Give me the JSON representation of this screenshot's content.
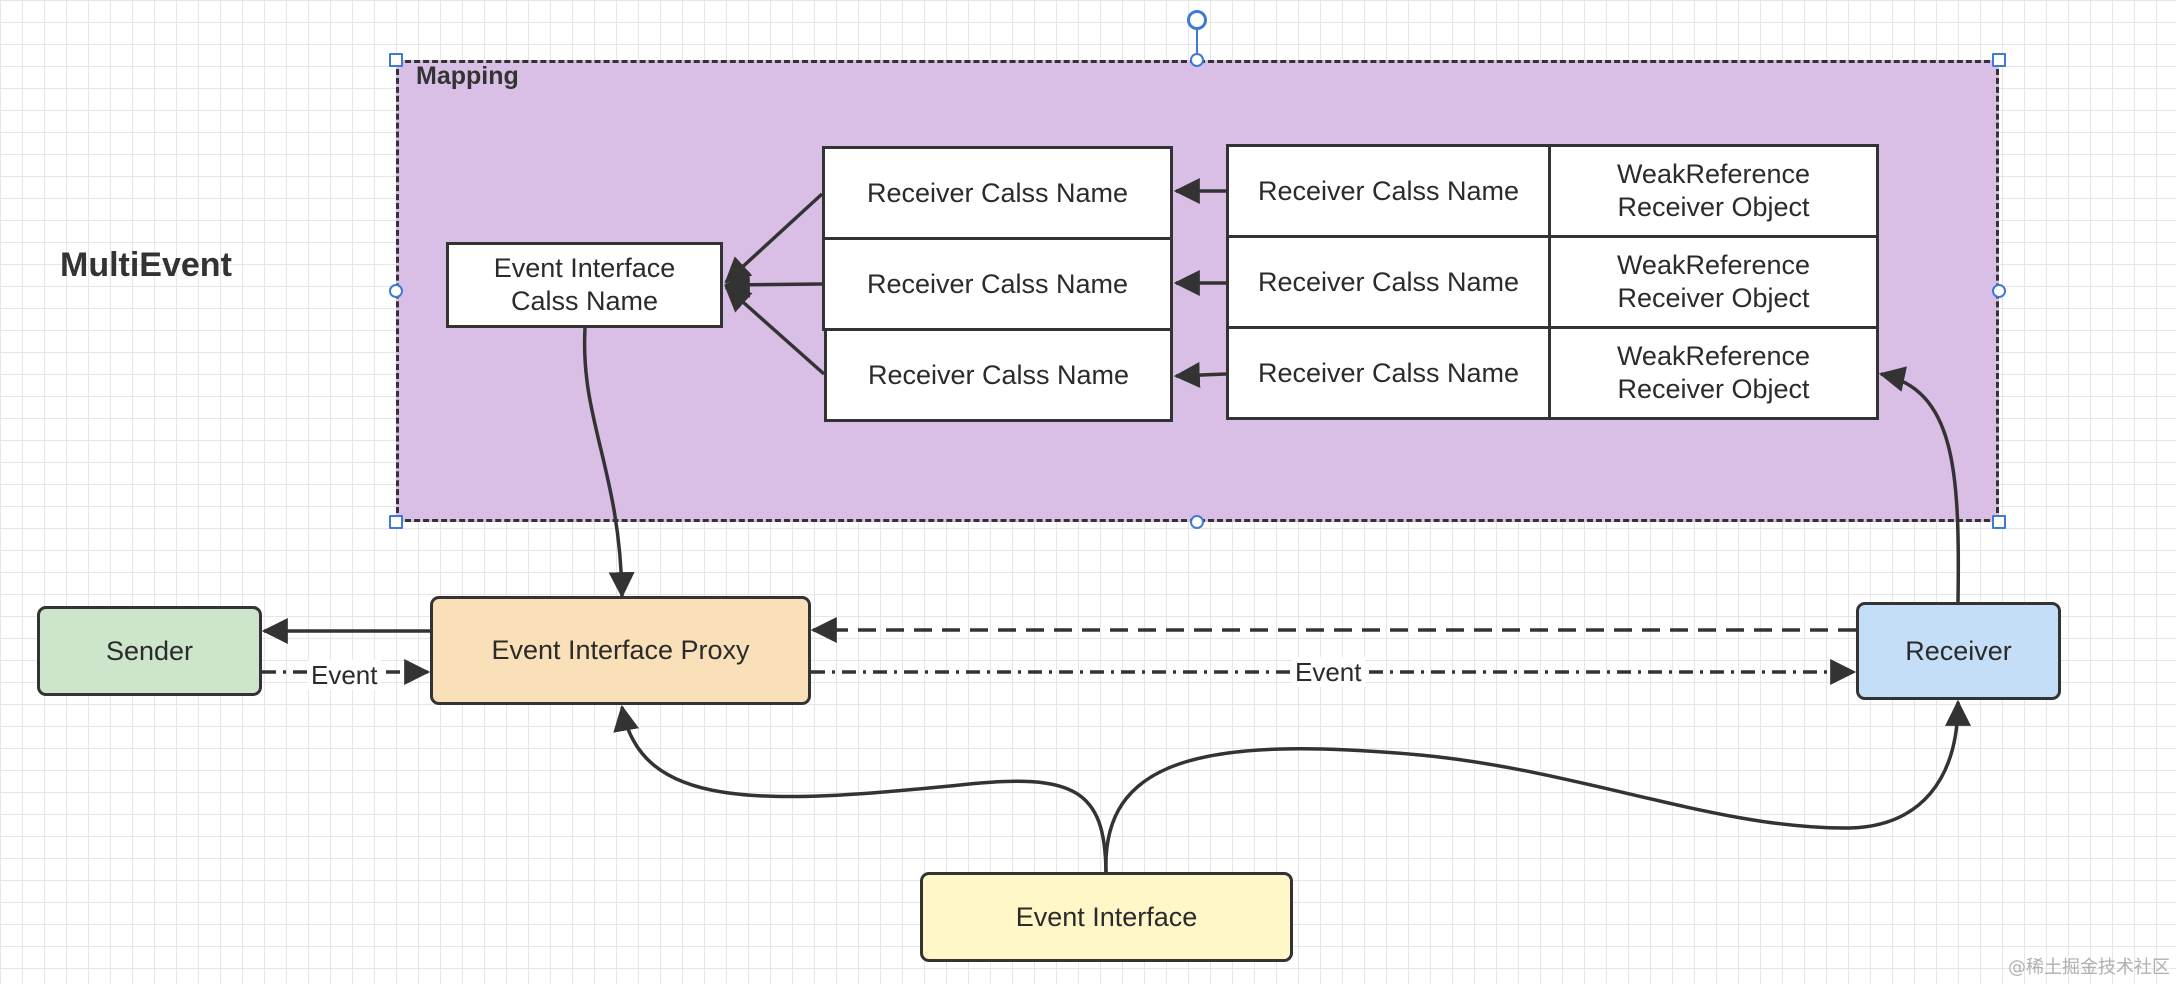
{
  "title": "MultiEvent",
  "mapping": {
    "label": "Mapping",
    "event_interface_class": "Event Interface\nCalss Name",
    "receiver_class_names": [
      "Receiver Calss Name",
      "Receiver Calss Name",
      "Receiver Calss Name"
    ],
    "receiver_entries": [
      {
        "class_name": "Receiver Calss Name",
        "weak_ref": "WeakReference\nReceiver Object"
      },
      {
        "class_name": "Receiver Calss Name",
        "weak_ref": "WeakReference\nReceiver Object"
      },
      {
        "class_name": "Receiver Calss Name",
        "weak_ref": "WeakReference\nReceiver Object"
      }
    ]
  },
  "nodes": {
    "sender": "Sender",
    "proxy": "Event Interface Proxy",
    "receiver": "Receiver",
    "event_interface": "Event Interface"
  },
  "edges": {
    "sender_event_label": "Event",
    "receiver_event_label": "Event"
  },
  "colors": {
    "mapping_fill": "#d9bfe5",
    "sender_fill": "#cde5cb",
    "proxy_fill": "#f9e0b8",
    "receiver_fill": "#c5def7",
    "event_interface_fill": "#fff7c8",
    "stroke": "#333333",
    "selection": "#3f7bd6"
  },
  "watermark": "@稀土掘金技术社区"
}
